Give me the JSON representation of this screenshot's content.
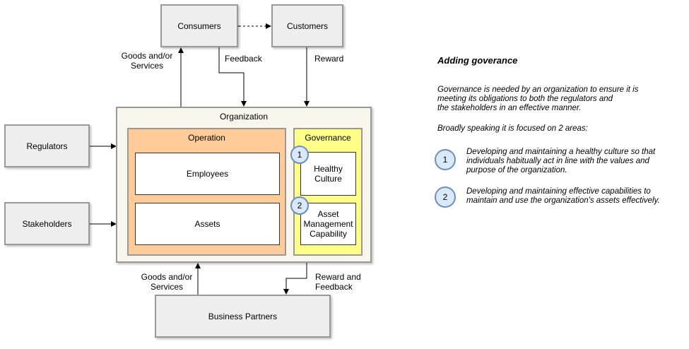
{
  "nodes": {
    "consumers": "Consumers",
    "customers": "Customers",
    "regulators": "Regulators",
    "stakeholders": "Stakeholders",
    "organization": "Organization",
    "operation": "Operation",
    "employees": "Employees",
    "assets": "Assets",
    "governance": "Governance",
    "healthy_culture": "Healthy\nCulture",
    "asset_capability": "Asset\nManagement\nCapability",
    "business_partners": "Business Partners"
  },
  "edge_labels": {
    "goods_services_top": "Goods and/or\nServices",
    "feedback": "Feedback",
    "reward": "Reward",
    "goods_services_bottom": "Goods and/or\nServices",
    "reward_feedback": "Reward and\nFeedback"
  },
  "badges": {
    "one": "1",
    "two": "2"
  },
  "notes": {
    "heading": "Adding goverance",
    "intro": "Governance is needed by an organization to ensure it is\nmeeting its obligations to both the regulators and\nthe stakeholders in an effective manner.",
    "areas_intro": "Broadly speaking it is focused on 2 areas:",
    "item1_number": "1",
    "item1_text": "Developing and maintaining a healthy culture so that\nindividuals habitually act in line with the values and\npurpose of the organization.",
    "item2_number": "2",
    "item2_text": "Developing and maintaining effective capabilities to\nmaintain and use the organization's assets effectively."
  }
}
